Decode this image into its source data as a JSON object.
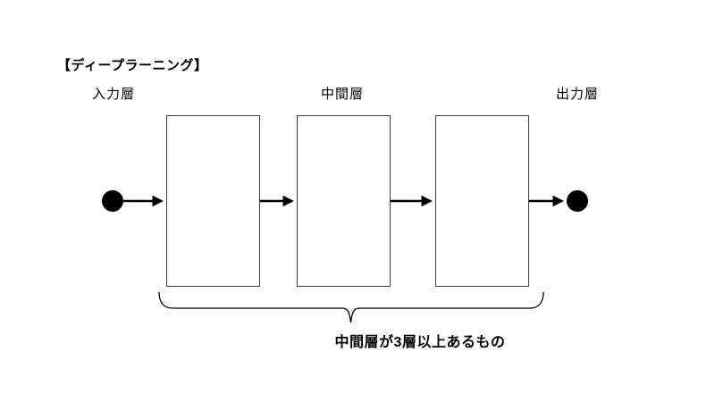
{
  "diagram": {
    "title": "【ディープラーニング】",
    "node_labels": {
      "input": "入力層",
      "hidden": "中間層",
      "output": "出力層"
    },
    "caption": "中間層が3層以上あるもの",
    "hidden_layer_box_count": 3,
    "colors": {
      "ink": "#000000",
      "box_border": "#3d3d3d",
      "node_fill": "#000000",
      "background": "#ffffff"
    }
  }
}
